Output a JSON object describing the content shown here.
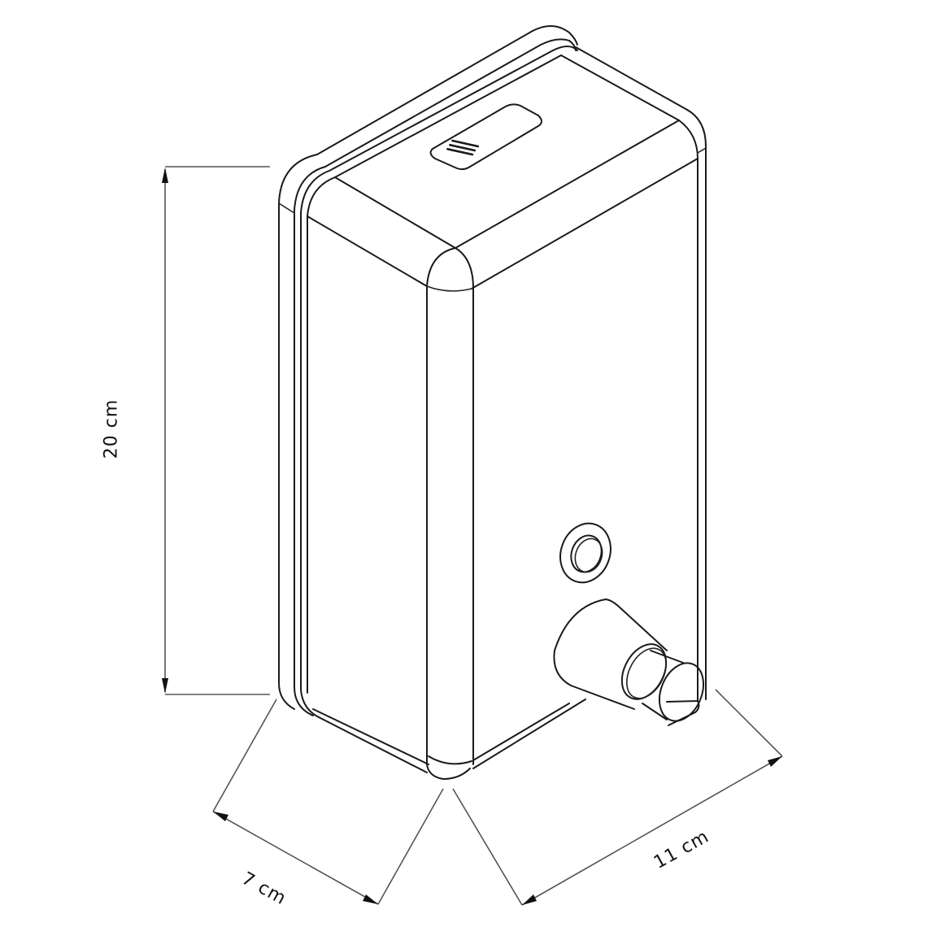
{
  "diagram": {
    "subject": "wall-mounted soap dispenser",
    "style": "isometric line drawing",
    "line_color": "#1a1a1a",
    "dimension_line_color": "#555555",
    "background": "#ffffff"
  },
  "dimensions": {
    "height": {
      "label": "20 cm",
      "value": 20,
      "unit": "cm"
    },
    "depth": {
      "label": "7 cm",
      "value": 7,
      "unit": "cm"
    },
    "width": {
      "label": "11 cm",
      "value": 11,
      "unit": "cm"
    }
  },
  "parts": {
    "top_window": {
      "glyph": "≡",
      "description": "refill window with three-line level indicator"
    },
    "keyhole": {
      "description": "circular lock on front face"
    },
    "push_button": {
      "description": "conical pump nozzle with round push cap"
    }
  }
}
